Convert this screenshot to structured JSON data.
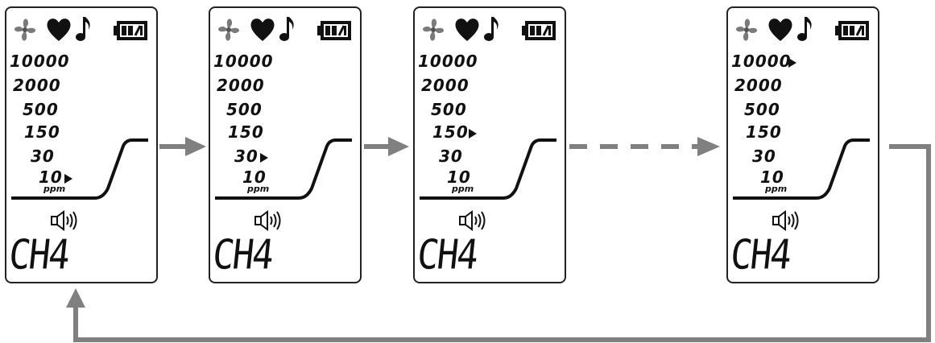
{
  "panels": [
    {
      "scale": [
        "10000",
        "2000",
        "500",
        "150",
        "30",
        "10"
      ],
      "unit": "ppm",
      "gas": "CH4",
      "pointer_at": "10"
    },
    {
      "scale": [
        "10000",
        "2000",
        "500",
        "150",
        "30",
        "10"
      ],
      "unit": "ppm",
      "gas": "CH4",
      "pointer_at": "30"
    },
    {
      "scale": [
        "10000",
        "2000",
        "500",
        "150",
        "30",
        "10"
      ],
      "unit": "ppm",
      "gas": "CH4",
      "pointer_at": "150"
    },
    {
      "scale": [
        "10000",
        "2000",
        "500",
        "150",
        "30",
        "10"
      ],
      "unit": "ppm",
      "gas": "CH4",
      "pointer_at": "10000"
    }
  ],
  "icons": [
    "fan-icon",
    "heart-icon",
    "music-note-icon",
    "battery-icon",
    "speaker-icon",
    "pointer-triangle-icon"
  ],
  "colors": {
    "lcd_ink": "#111111",
    "frame": "#222222",
    "arrow": "#808080",
    "fan": "#7a7a7a"
  }
}
